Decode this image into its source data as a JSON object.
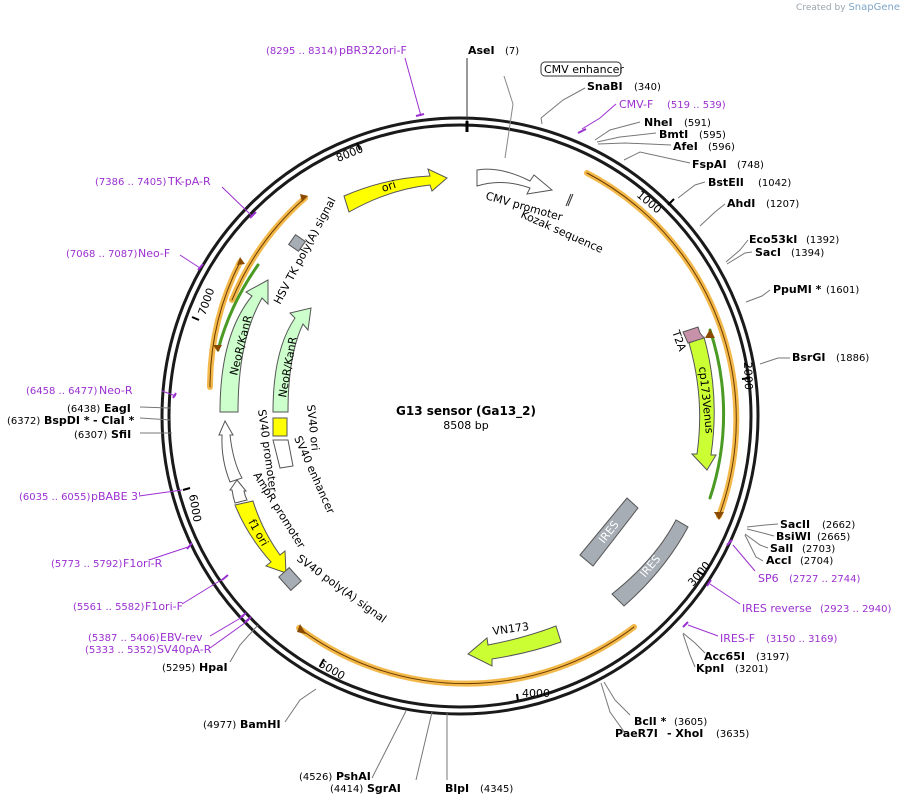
{
  "credit": {
    "prefix": "Created by",
    "brand": "SnapGene"
  },
  "plasmid": {
    "name": "G13 sensor (Ga13_2)",
    "length_label": "8508 bp",
    "length": 8508
  },
  "ticks": [
    "1000",
    "2000",
    "3000",
    "4000",
    "5000",
    "6000",
    "7000",
    "8000"
  ],
  "enzymes": [
    {
      "name": "AseI",
      "pos": "(7)"
    },
    {
      "name": "SnaBI",
      "pos": "(340)"
    },
    {
      "name": "NheI",
      "pos": "(591)"
    },
    {
      "name": "BmtI",
      "pos": "(595)"
    },
    {
      "name": "AfeI",
      "pos": "(596)"
    },
    {
      "name": "FspAI",
      "pos": "(748)"
    },
    {
      "name": "BstEII",
      "pos": "(1042)"
    },
    {
      "name": "AhdI",
      "pos": "(1207)"
    },
    {
      "name": "Eco53kI",
      "pos": "(1392)"
    },
    {
      "name": "SacI",
      "pos": "(1394)"
    },
    {
      "name": "PpuMI *",
      "pos": "(1601)"
    },
    {
      "name": "BsrGI",
      "pos": "(1886)"
    },
    {
      "name": "SacII",
      "pos": "(2662)"
    },
    {
      "name": "BsiWI",
      "pos": "(2665)"
    },
    {
      "name": "SalI",
      "pos": "(2703)"
    },
    {
      "name": "AccI",
      "pos": "(2704)"
    },
    {
      "name": "Acc65I",
      "pos": "(3197)"
    },
    {
      "name": "KpnI",
      "pos": "(3201)"
    },
    {
      "name": "BclI *",
      "pos": "(3605)"
    },
    {
      "name": "PaeR7I",
      "pos": "(3635)",
      "extra": "- XhoI"
    },
    {
      "name": "BlpI",
      "pos": "(4345)"
    },
    {
      "name": "SgrAI",
      "pos": "(4414)"
    },
    {
      "name": "PshAI",
      "pos": "(4526)"
    },
    {
      "name": "BamHI",
      "pos": "(4977)"
    },
    {
      "name": "HpaI",
      "pos": "(5295)"
    },
    {
      "name": "SfiI",
      "pos": "(6307)"
    },
    {
      "name": "BspDI *",
      "pos": "(6372)",
      "extra": "- ClaI *"
    },
    {
      "name": "EagI",
      "pos": "(6438)"
    }
  ],
  "primers": [
    {
      "name": "pBR322ori-F",
      "pos": "(8295 .. 8314)"
    },
    {
      "name": "CMV-F",
      "pos": "(519 .. 539)"
    },
    {
      "name": "TK-pA-R",
      "pos": "(7386 .. 7405)"
    },
    {
      "name": "Neo-F",
      "pos": "(7068 .. 7087)"
    },
    {
      "name": "Neo-R",
      "pos": "(6458 .. 6477)"
    },
    {
      "name": "pBABE 3'",
      "pos": "(6035 .. 6055)"
    },
    {
      "name": "F1ori-R",
      "pos": "(5773 .. 5792)"
    },
    {
      "name": "F1ori-F",
      "pos": "(5561 .. 5582)"
    },
    {
      "name": "EBV-rev",
      "pos": "(5387 .. 5406)"
    },
    {
      "name": "SV40pA-R",
      "pos": "(5333 .. 5352)"
    },
    {
      "name": "SP6",
      "pos": "(2727 .. 2744)"
    },
    {
      "name": "IRES reverse",
      "pos": "(2923 .. 2940)"
    },
    {
      "name": "IRES-F",
      "pos": "(3150 .. 3169)"
    }
  ],
  "features": {
    "cmv_enhancer": "CMV enhancer",
    "cmv_promoter": "CMV promoter",
    "kozak": "Kozak sequence",
    "t2a": "T2A",
    "cp173venus": "cp173Venus",
    "ires1": "IRES",
    "ires2": "IRES",
    "vn173": "VN173",
    "sv40_polya": "SV40 poly(A) signal",
    "f1_ori": "f1 ori",
    "ampr_promoter": "AmpR promoter",
    "sv40_promoter": "SV40 promoter",
    "sv40_ori": "SV40 ori",
    "sv40_enhancer": "SV40 enhancer",
    "neo_inner": "NeoR/KanR",
    "neo_outer": "NeoR/KanR",
    "hsv_tk": "HSV TK poly(A) signal",
    "ori": "ori"
  },
  "colors": {
    "backbone": "#1a1a1a",
    "primer": "#9b30d0",
    "orange_track": "#f3b84a",
    "green_track": "#4a9a24",
    "yellow_feature": "#ffff00",
    "lime_feature": "#ccff33",
    "mint_feature": "#ccffcc",
    "grey_feature": "#a7adb4",
    "pink_feature": "#c792a9"
  }
}
